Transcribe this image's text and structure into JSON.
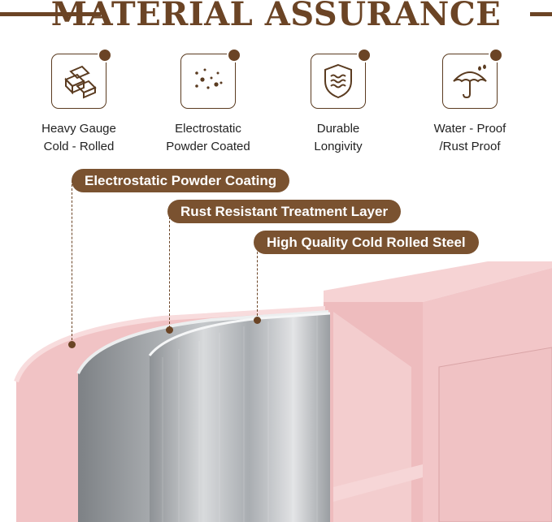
{
  "header": {
    "title": "MATERIAL ASSURANCE"
  },
  "colors": {
    "accent": "#6b4425",
    "pill": "#7a5230",
    "cabinet": "#f2c6c8",
    "steel": "#b9bcbf"
  },
  "features": [
    {
      "icon": "steel-bars-icon",
      "line1": "Heavy Gauge",
      "line2": "Cold - Rolled"
    },
    {
      "icon": "powder-dots-icon",
      "line1": "Electrostatic",
      "line2": "Powder Coated"
    },
    {
      "icon": "shield-icon",
      "line1": "Durable",
      "line2": "Longivity"
    },
    {
      "icon": "umbrella-icon",
      "line1": "Water - Proof",
      "line2": "/Rust Proof"
    }
  ],
  "layers": [
    {
      "label": "Electrostatic Powder Coating"
    },
    {
      "label": "Rust Resistant Treatment Layer"
    },
    {
      "label": "High Quality Cold Rolled Steel"
    }
  ]
}
